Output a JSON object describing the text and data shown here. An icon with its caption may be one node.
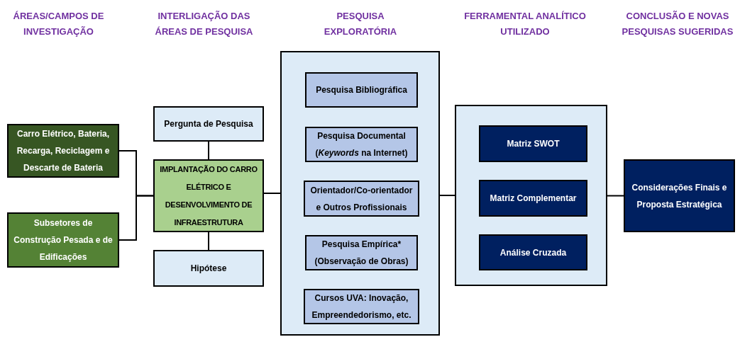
{
  "diagram": {
    "nodes": [
      {
        "text": [
          "Carro Elétrico, Bateria, Recarga, Reciclagem e Descarte de Bateria"
        ]
      },
      {
        "text": [
          "Subsetores de Construção Pesada e de Edificações"
        ]
      },
      {
        "text": [
          "Pergunta de Pesquisa"
        ]
      },
      {
        "text": [
          "IMPLANTAÇÃO DO CARRO ELÉTRICO E DESENVOLVIMENTO DE INFRAESTRUTURA"
        ]
      },
      {
        "text": [
          "Hipótese"
        ]
      },
      {
        "text": [],
        "shape": "box"
      },
      {
        "text": [
          "Pesquisa Bibliográfica"
        ],
        "in": 5
      },
      {
        "text": [
          "Pesquisa Documental (*Keywords* na Internet)"
        ],
        "in": 5
      },
      {
        "text": [
          "Orientador/Co-orientador e Outros Profissionais"
        ],
        "in": 5
      },
      {
        "text": [
          "Pesquisa Empírica* (Observação de Obras)"
        ],
        "in": 5
      },
      {
        "text": [
          "Cursos UVA: Inovação, Empreendedorismo, etc."
        ],
        "in": 5
      },
      {
        "text": [],
        "shape": "box"
      },
      {
        "text": [
          "Matriz SWOT"
        ],
        "in": 11
      },
      {
        "text": [
          "Matriz Complementar"
        ],
        "in": 11
      },
      {
        "text": [
          "Análise Cruzada"
        ],
        "in": 11
      },
      {
        "text": [
          "Considerações Finais e Proposta Estratégica"
        ]
      }
    ],
    "edges": [
      {
        "from": 0,
        "to": 3,
        "arrow": "none"
      },
      {
        "from": 1,
        "to": 3,
        "arrow": "none"
      },
      {
        "from": 2,
        "to": 3,
        "arrow": "none"
      },
      {
        "from": 3,
        "to": 4,
        "arrow": "none"
      },
      {
        "from": 3,
        "to": 5,
        "arrow": "none"
      },
      {
        "from": 5,
        "to": 11,
        "arrow": "none"
      },
      {
        "from": 11,
        "to": 15,
        "arrow": "none"
      }
    ],
    "labels": [
      "ÁREAS/CAMPOS DE INVESTIGAÇÃO",
      "INTERLIGAÇÃO DAS ÁREAS DE PESQUISA",
      "PESQUISA EXPLORATÓRIA",
      "FERRAMENTAL ANALÍTICO UTILIZADO",
      "CONCLUSÃO E NOVAS PESQUISAS SUGERIDAS"
    ]
  }
}
